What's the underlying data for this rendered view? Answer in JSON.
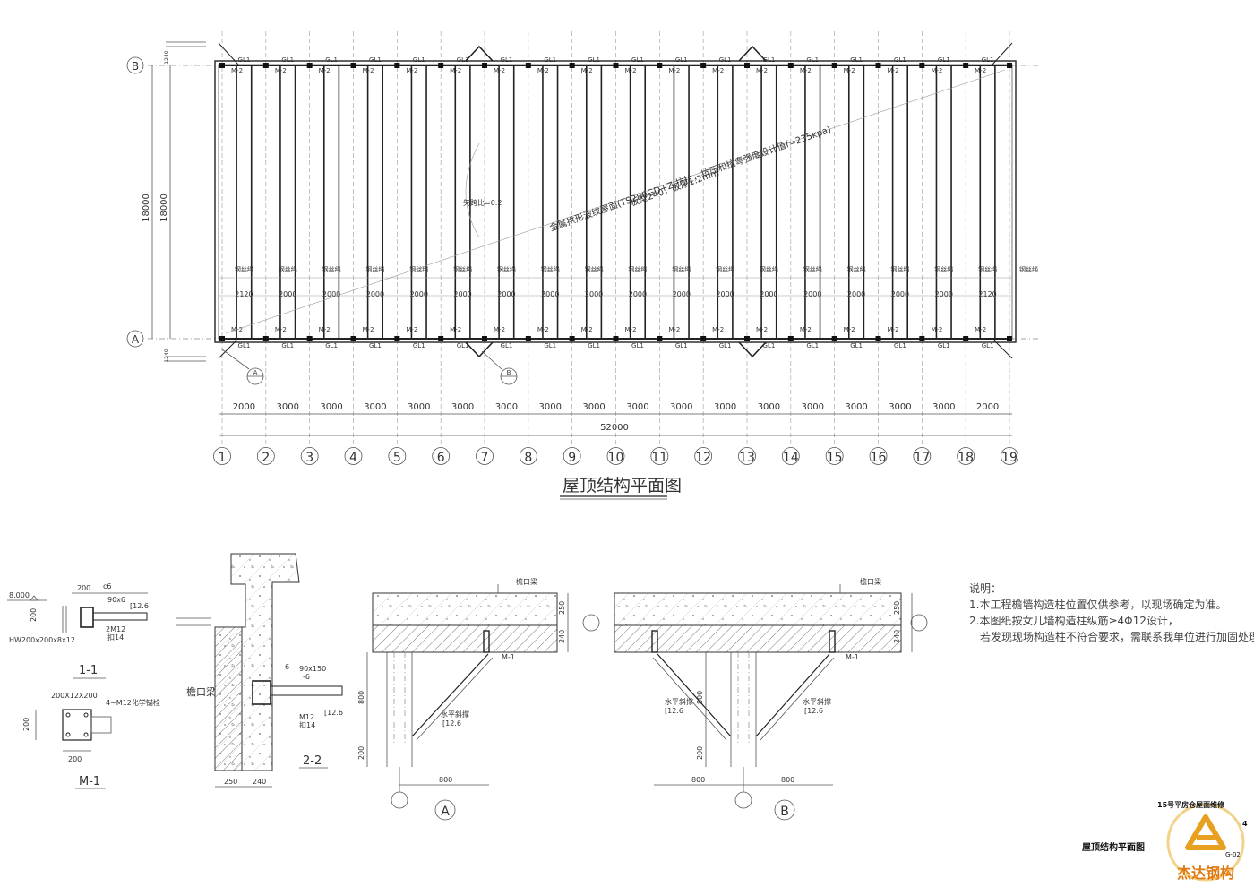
{
  "plan": {
    "title": "屋顶结构平面图",
    "row_axes": [
      "A",
      "B"
    ],
    "span_dims": [
      "18000",
      "18000"
    ],
    "edge_dims": [
      "1240",
      "1240"
    ],
    "column_axes": [
      "1",
      "2",
      "3",
      "4",
      "5",
      "6",
      "7",
      "8",
      "9",
      "10",
      "11",
      "12",
      "13",
      "14",
      "15",
      "16",
      "17",
      "18",
      "19"
    ],
    "bay_dims": [
      "2000",
      "3000",
      "3000",
      "3000",
      "3000",
      "3000",
      "3000",
      "3000",
      "3000",
      "3000",
      "3000",
      "3000",
      "3000",
      "3000",
      "3000",
      "3000",
      "3000",
      "2000"
    ],
    "overall_dim": "52000",
    "purlin_spacing": [
      "2120",
      "2000",
      "2000",
      "2000",
      "2000",
      "2000",
      "2000",
      "2000",
      "2000",
      "2000",
      "2000",
      "2000",
      "2000",
      "2000",
      "2000",
      "2000",
      "2000",
      "2120"
    ],
    "tie_label": "钢丝绳",
    "beam_label": "GL1",
    "anchor_label": "M-2",
    "roof_note_1": "金属拱形波纹屋面(TS280GD+Z,抗拉，抗压和抗弯强度设计值f=235kpa)",
    "roof_note_2": "板型240，板厚1.2mm",
    "rise_label": "矢跨比=0.2",
    "detail_refs": [
      "A",
      "B"
    ]
  },
  "detail_1_1": {
    "title": "1-1",
    "elevation": "8.000",
    "labels": [
      "200",
      "c6",
      "90x6",
      "[12.6",
      "2M12",
      "扣14",
      "HW200x200x8x12",
      "200"
    ]
  },
  "detail_m1": {
    "title": "M-1",
    "labels": [
      "200X12X200",
      "4~M12化学锚栓",
      "200",
      "200"
    ]
  },
  "detail_2_2": {
    "title": "2-2",
    "beam_label": "檐口梁",
    "labels": [
      "6",
      "90x150",
      "-6",
      "[12.6",
      "M12",
      "扣14"
    ],
    "dims": [
      "250",
      "240"
    ]
  },
  "detail_a": {
    "ref": "A",
    "beam_label": "檐口梁",
    "brace_label": "水平斜撑",
    "channel_label": "[12.6",
    "anchor_label": "M-1",
    "dims_v": [
      "250",
      "240",
      "800",
      "200"
    ],
    "dim_h": "800"
  },
  "detail_b": {
    "ref": "B",
    "beam_label": "檐口梁",
    "brace_label": "水平斜撑",
    "channel_label": "[12.6",
    "anchor_label": "M-1",
    "dims_v": [
      "250",
      "240",
      "800",
      "200"
    ],
    "dims_h": [
      "800",
      "800"
    ]
  },
  "notes": {
    "heading": "说明：",
    "line1": "1.本工程檐墙构造柱位置仅供参考，以现场确定为准。",
    "line2": "2.本图纸按女儿墙构造柱纵筋≥4Φ12设计，",
    "line3": "若发现现场构造柱不符合要求，需联系我单位进行加固处理。"
  },
  "title_block": {
    "project": "15号平房仓屋面维修",
    "drawing_name": "屋顶结构平面图",
    "sheet_no": "4",
    "drawing_no": "G-02",
    "logo_text": "杰达钢构",
    "logo_color": "#e8a020",
    "logo_text_color": "#e07a10"
  }
}
